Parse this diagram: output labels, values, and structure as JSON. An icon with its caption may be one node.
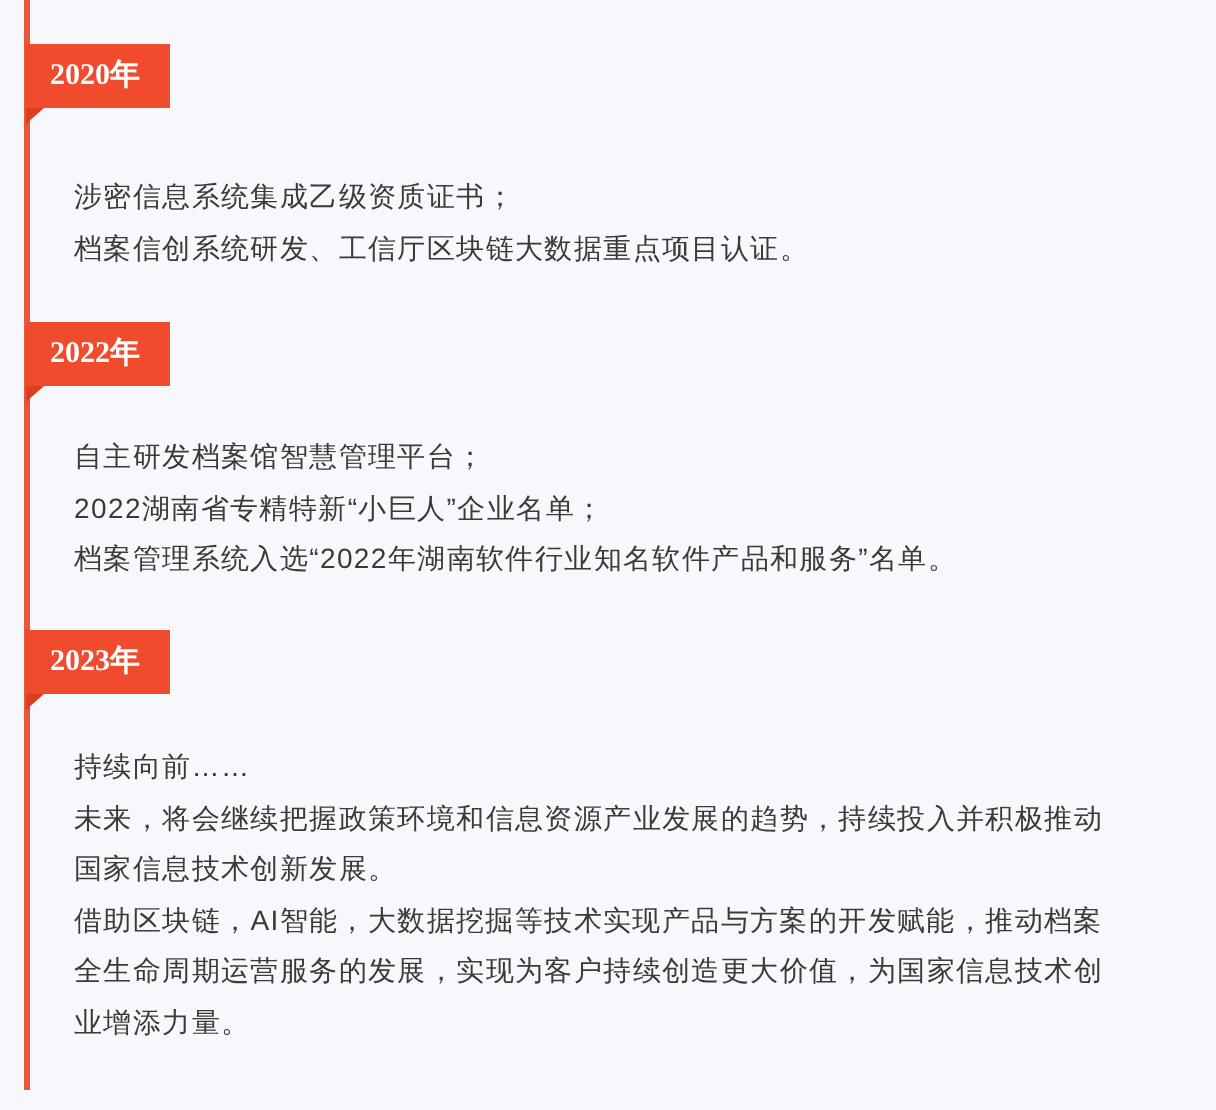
{
  "diagram": {
    "nodes": [
      {
        "text": [
          "2020年"
        ],
        "beside": [
          "涉密信息系统集成乙级资质证书；",
          "档案信创系统研发、工信厅区块链大数据重点项目认证。"
        ]
      },
      {
        "text": [
          "2022年"
        ],
        "beside": [
          "自主研发档案馆智慧管理平台；",
          "2022湖南省专精特新“小巨人”企业名单；",
          "档案管理系统入选“2022年湖南软件行业知名软件产品和服务”名单。"
        ]
      },
      {
        "text": [
          "2023年"
        ],
        "beside": [
          "持续向前……",
          "未来，将会继续把握政策环境和信息资源产业发展的趋势，持续投入并积极推动国家信息技术创新发展。",
          "借助区块链，AI智能，大数据挖掘等技术实现产品与方案的开发赋能，推动档案全生命周期运营服务的发展，实现为客户持续创造更大价值，为国家信息技术创业增添力量。"
        ]
      }
    ]
  }
}
